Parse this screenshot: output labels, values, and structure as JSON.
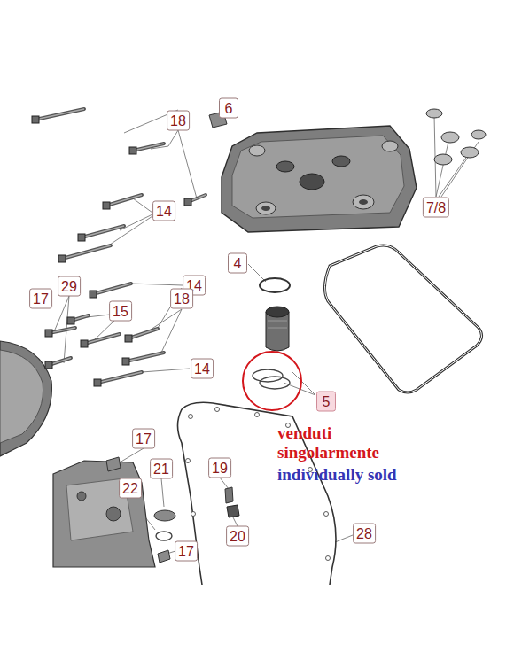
{
  "diagram": {
    "labels": [
      "18",
      "6",
      "14",
      "7/8",
      "4",
      "17",
      "29",
      "14",
      "15",
      "18",
      "14",
      "5",
      "venduti singolarmente",
      "individually sold",
      "17",
      "21",
      "22",
      "19",
      "20",
      "28",
      "17"
    ]
  }
}
